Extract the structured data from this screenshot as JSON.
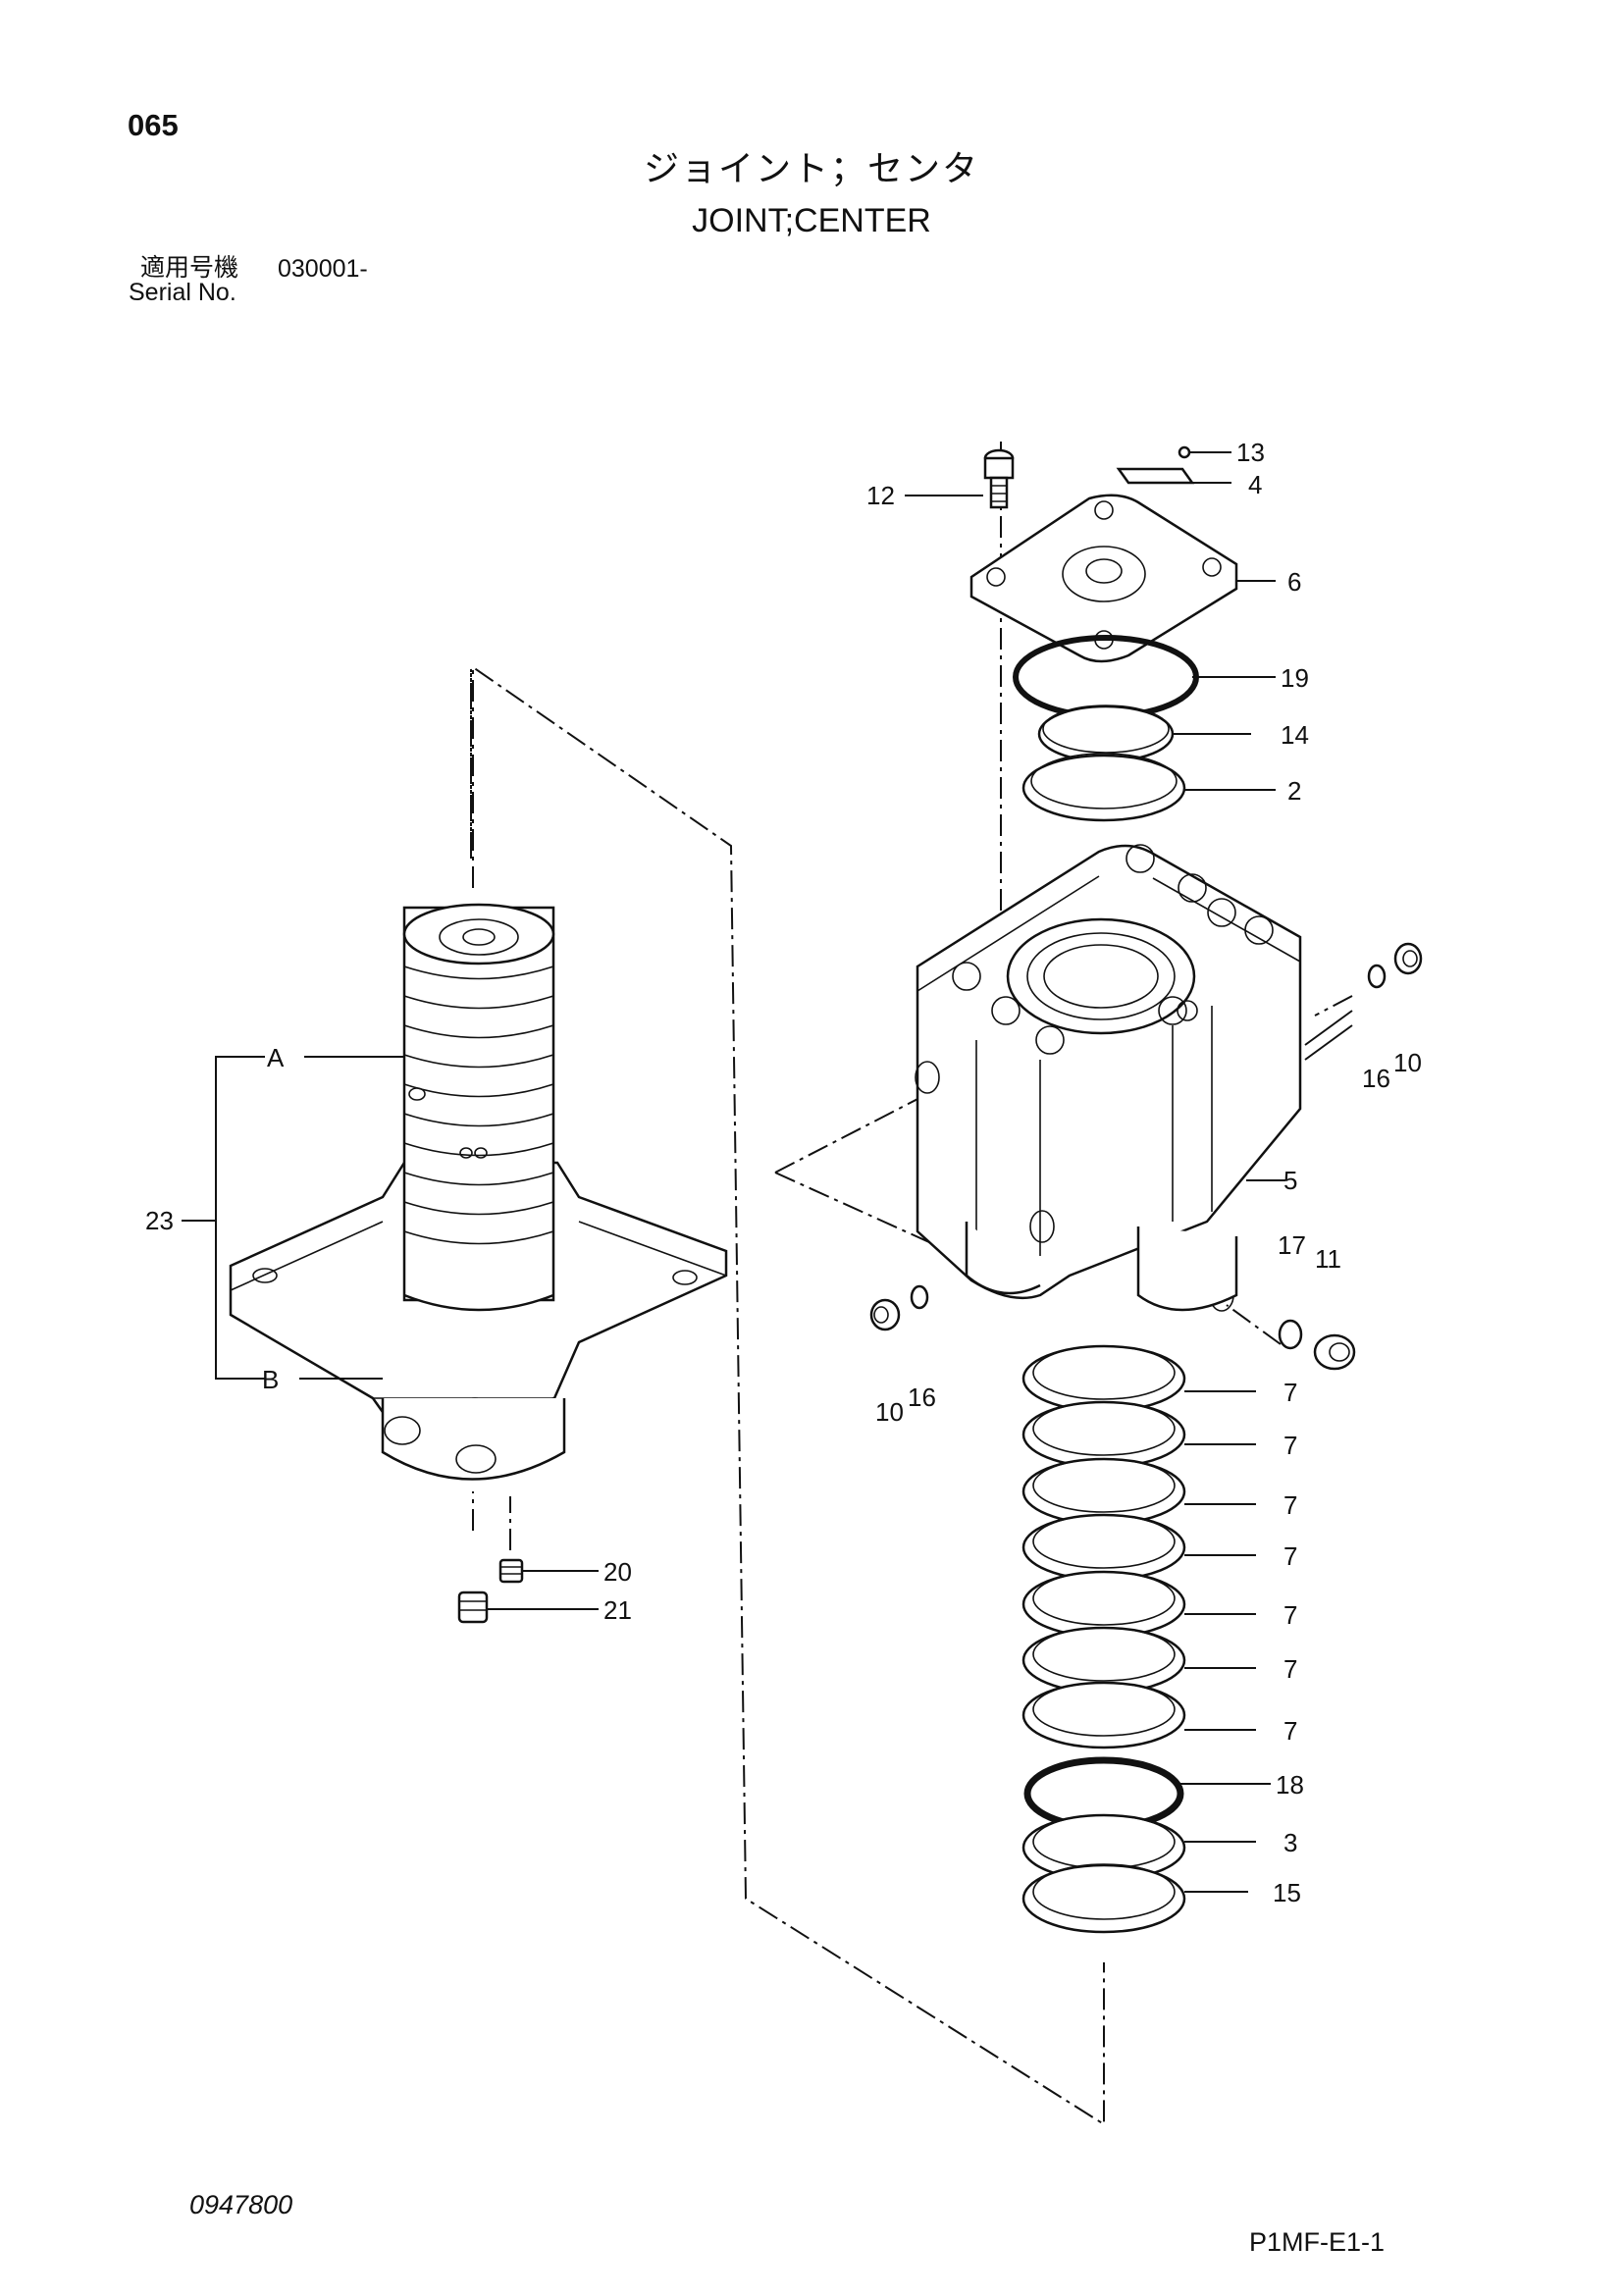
{
  "header": {
    "page_number": "065",
    "title_jp": "ジョイント；センタ",
    "title_en": "JOINT;CENTER",
    "serial_label_jp": "適用号機",
    "serial_value": "030001-",
    "serial_label_en": "Serial No."
  },
  "footer": {
    "drawing_number": "0947800",
    "page_code": "P1MF-E1-1"
  },
  "callouts": {
    "c12": "12",
    "c13": "13",
    "c4": "4",
    "c6": "6",
    "c19": "19",
    "c14": "14",
    "c2": "2",
    "c16a": "16",
    "c10a": "10",
    "c5": "5",
    "c17": "17",
    "c11": "11",
    "c10b": "10",
    "c16b": "16",
    "c7a": "7",
    "c7b": "7",
    "c7c": "7",
    "c7d": "7",
    "c7e": "7",
    "c7f": "7",
    "c7g": "7",
    "c18": "18",
    "c3": "3",
    "c15": "15",
    "cA": "A",
    "cB": "B",
    "c23": "23",
    "c20": "20",
    "c21": "21"
  }
}
